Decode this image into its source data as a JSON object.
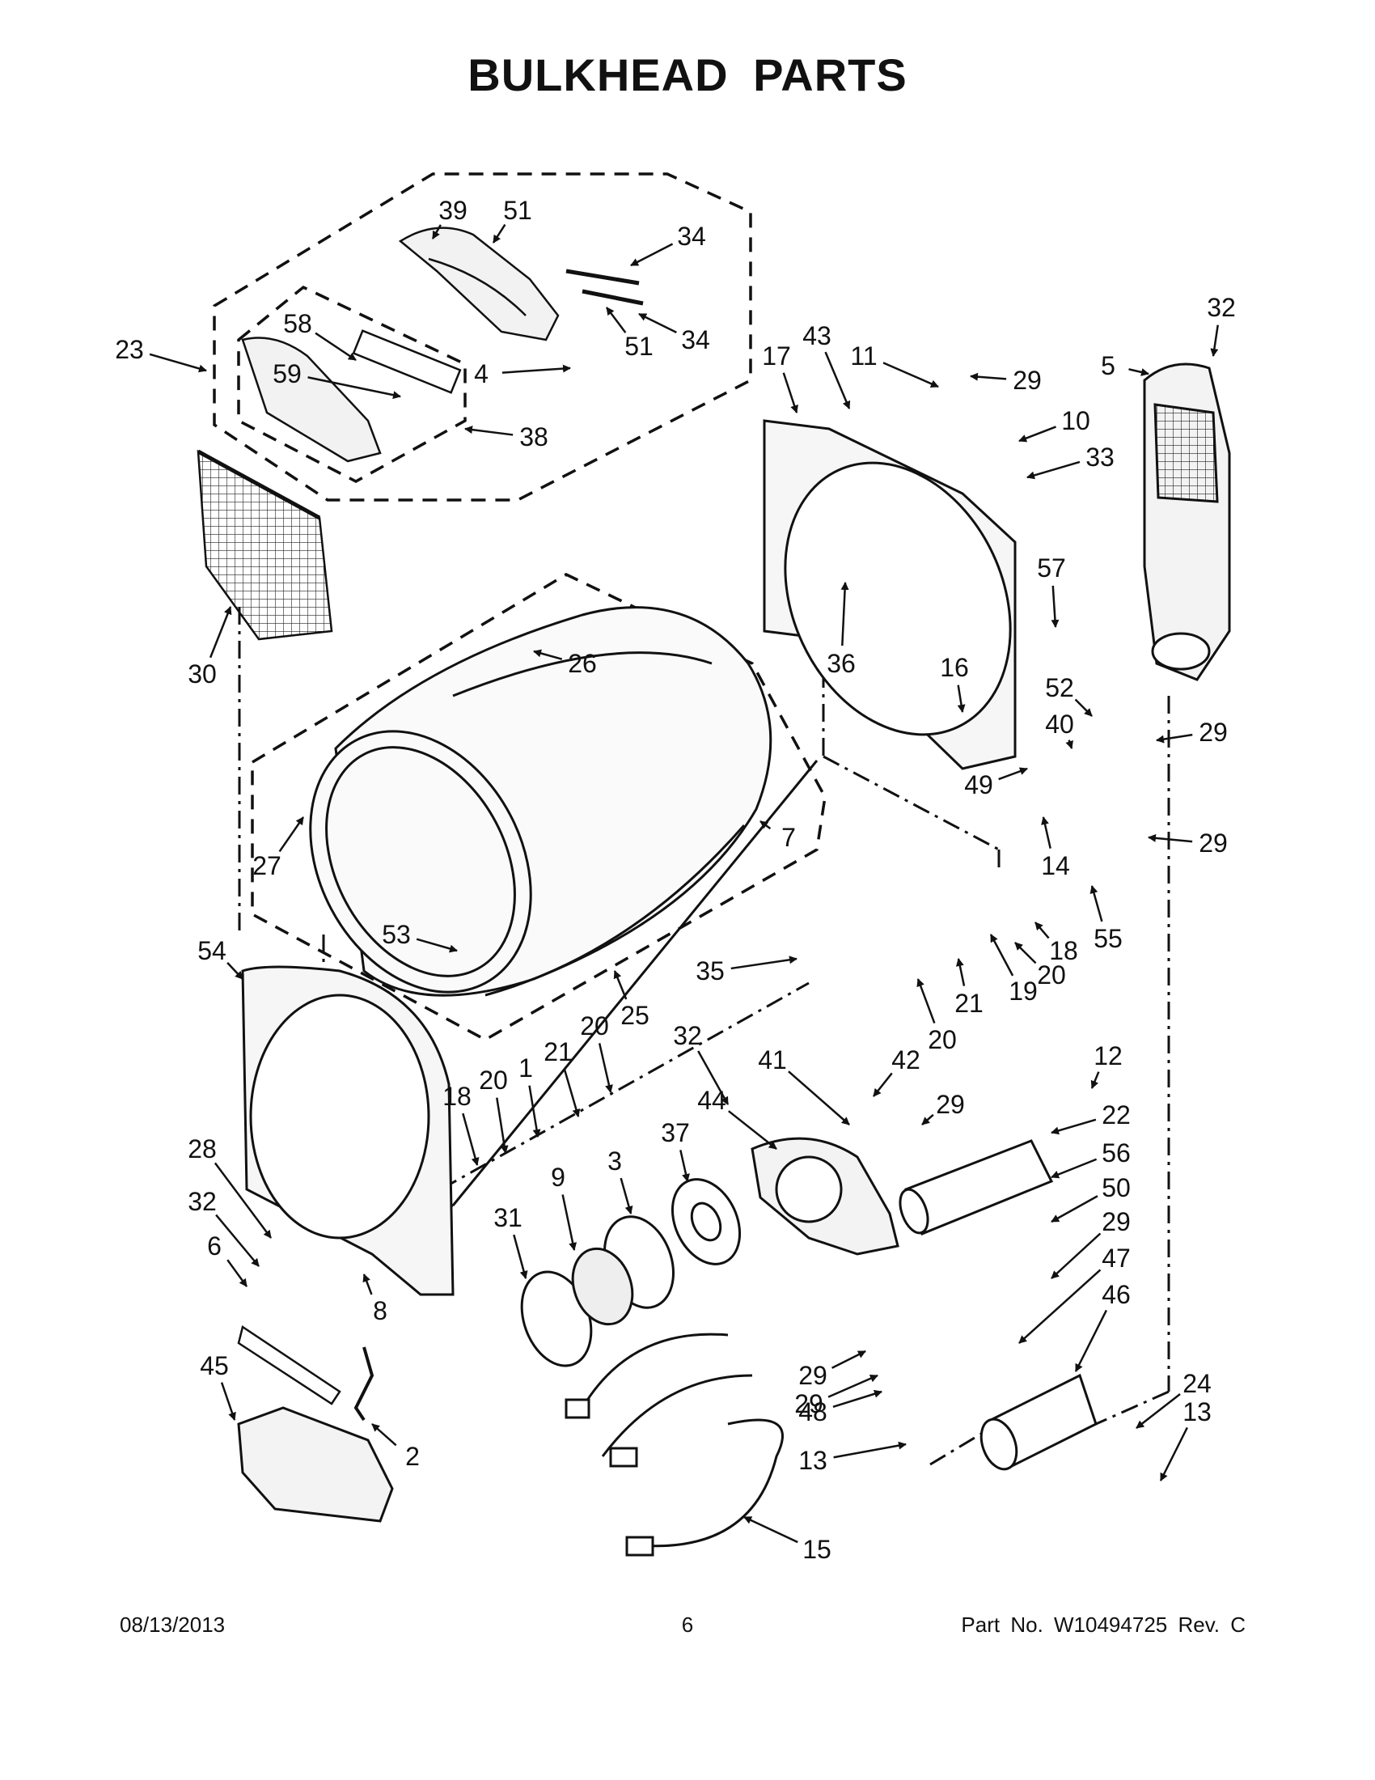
{
  "title": "BULKHEAD PARTS",
  "footer": {
    "date": "08/13/2013",
    "page": "6",
    "part_no": "Part No.  W10494725  Rev.  C"
  },
  "callouts": [
    "23",
    "39",
    "51",
    "34",
    "34",
    "51",
    "58",
    "59",
    "4",
    "38",
    "30",
    "26",
    "7",
    "27",
    "53",
    "25",
    "54",
    "17",
    "43",
    "11",
    "29",
    "10",
    "33",
    "36",
    "57",
    "16",
    "5",
    "32",
    "52",
    "40",
    "29",
    "49",
    "14",
    "29",
    "55",
    "35",
    "18",
    "20",
    "19",
    "21",
    "20",
    "12",
    "22",
    "56",
    "50",
    "29",
    "47",
    "46",
    "24",
    "13",
    "29",
    "41",
    "42",
    "29",
    "32",
    "44",
    "37",
    "20",
    "21",
    "1",
    "20",
    "18",
    "3",
    "9",
    "31",
    "28",
    "32",
    "6",
    "8",
    "45",
    "2",
    "15",
    "29",
    "48",
    "13"
  ]
}
